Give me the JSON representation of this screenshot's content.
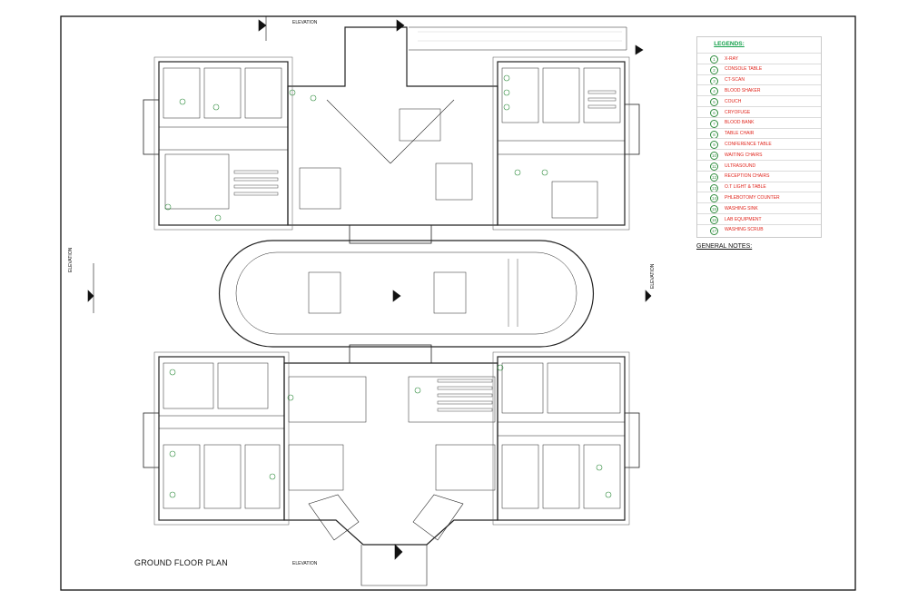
{
  "sheet": {
    "title": "GROUND FLOOR PLAN",
    "elevation_label": "ELEVATION",
    "general_notes": "GENERAL NOTES:"
  },
  "legend": {
    "title": "LEGENDS:",
    "items": [
      {
        "num": "1",
        "label": "X-RAY"
      },
      {
        "num": "2",
        "label": "CONSOLE TABLE"
      },
      {
        "num": "3",
        "label": "CT-SCAN"
      },
      {
        "num": "4",
        "label": "BLOOD SHAKER"
      },
      {
        "num": "5",
        "label": "COUCH"
      },
      {
        "num": "6",
        "label": "CRYOFUGE"
      },
      {
        "num": "7",
        "label": "BLOOD BANK"
      },
      {
        "num": "8",
        "label": "TABLE CHAIR"
      },
      {
        "num": "9",
        "label": "CONFERENCE TABLE"
      },
      {
        "num": "10",
        "label": "WAITING CHAIRS"
      },
      {
        "num": "11",
        "label": "ULTRASOUND"
      },
      {
        "num": "12",
        "label": "RECEPTION CHAIRS"
      },
      {
        "num": "13",
        "label": "O.T LIGHT & TABLE"
      },
      {
        "num": "14",
        "label": "PHLEBOTOMY COUNTER"
      },
      {
        "num": "15",
        "label": "WASHING SINK"
      },
      {
        "num": "16",
        "label": "LAB EQUIPMENT"
      },
      {
        "num": "17",
        "label": "WASHING SCRUB"
      }
    ]
  },
  "colors": {
    "line": "#1a1a1a",
    "legend_title": "#13a04a",
    "legend_text": "#e0241b",
    "symbol": "#2e8b3c"
  }
}
